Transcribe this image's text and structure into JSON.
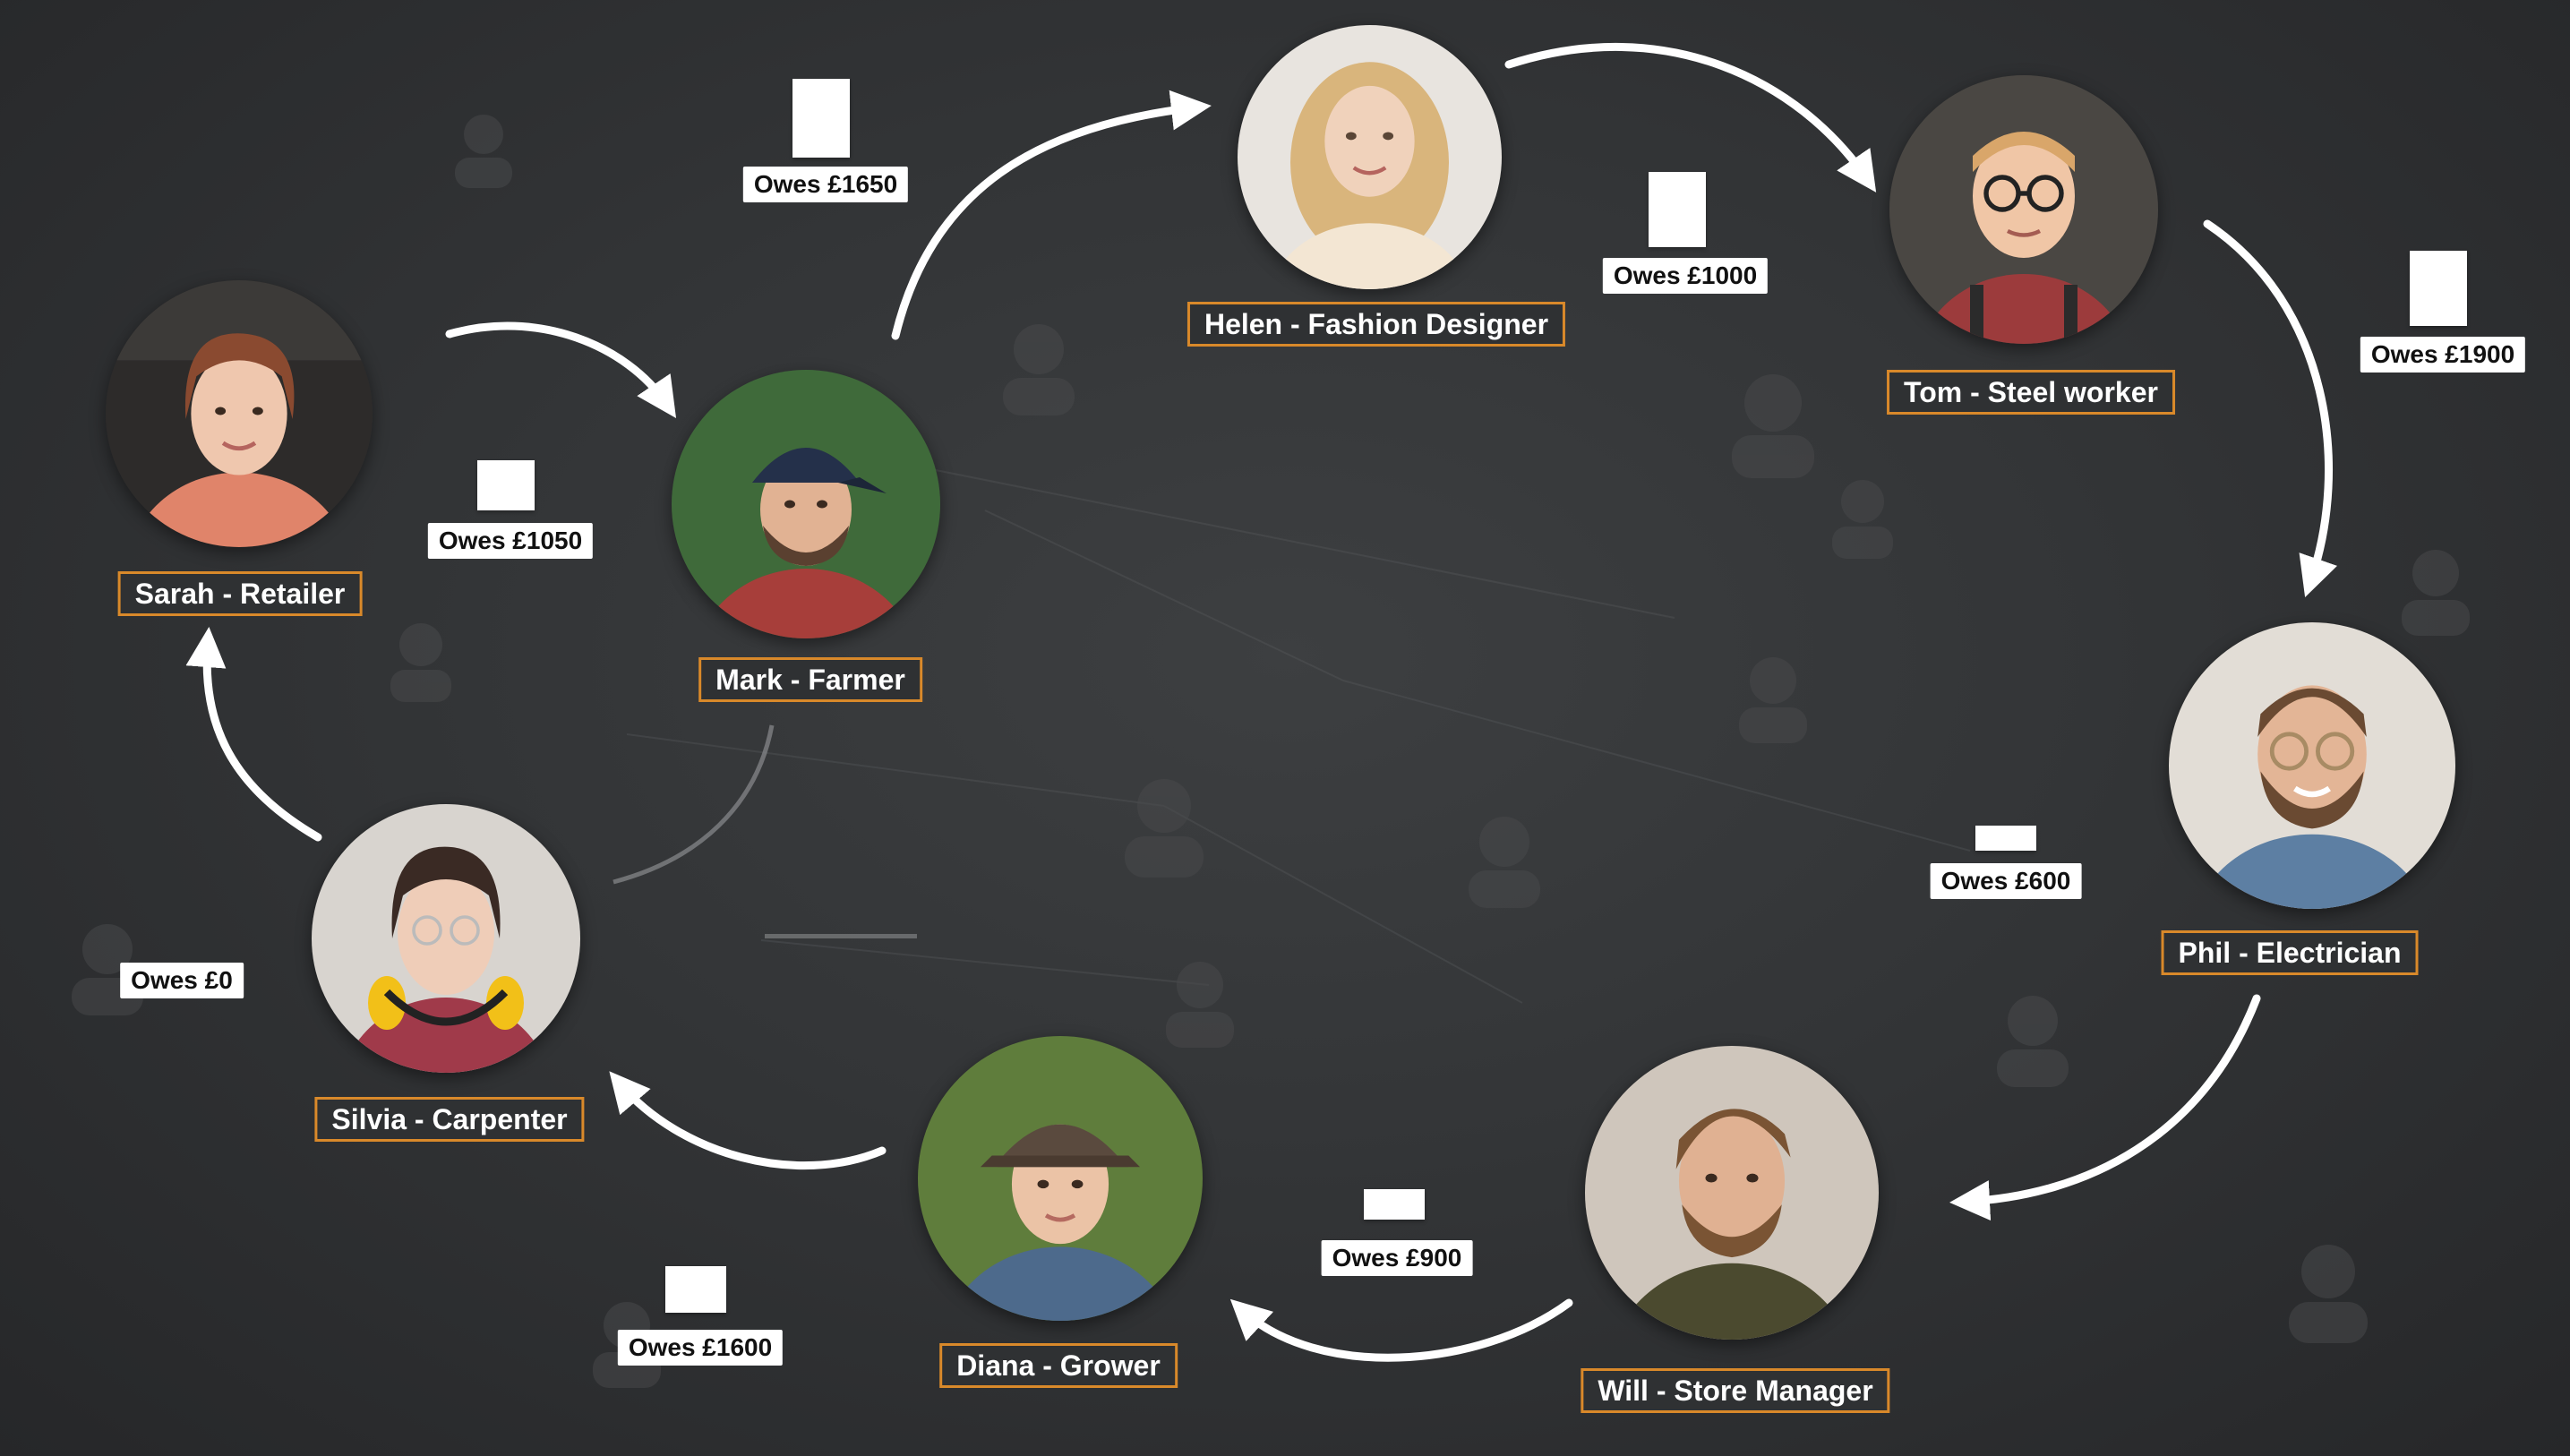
{
  "people": [
    {
      "id": "helen",
      "label": "Helen - Fashion Designer",
      "icon": "woman-blonde-portrait"
    },
    {
      "id": "tom",
      "label": "Tom - Steel worker",
      "icon": "man-glasses-suspenders-portrait"
    },
    {
      "id": "phil",
      "label": "Phil - Electrician",
      "icon": "man-beard-glasses-portrait"
    },
    {
      "id": "will",
      "label": "Will - Store Manager",
      "icon": "man-beard-apron-portrait"
    },
    {
      "id": "diana",
      "label": "Diana - Grower",
      "icon": "woman-cap-portrait"
    },
    {
      "id": "silvia",
      "label": "Silvia - Carpenter",
      "icon": "woman-ear-defenders-portrait"
    },
    {
      "id": "sarah",
      "label": "Sarah - Retailer",
      "icon": "woman-apron-portrait"
    },
    {
      "id": "mark",
      "label": "Mark - Farmer",
      "icon": "man-cap-portrait"
    }
  ],
  "debts": [
    {
      "id": "mark",
      "label": "Owes £1650"
    },
    {
      "id": "helen",
      "label": "Owes £1000"
    },
    {
      "id": "tom",
      "label": "Owes £1900"
    },
    {
      "id": "phil",
      "label": "Owes £600"
    },
    {
      "id": "will",
      "label": "Owes £900"
    },
    {
      "id": "diana",
      "label": "Owes £1600"
    },
    {
      "id": "silvia",
      "label": "Owes £0"
    },
    {
      "id": "sarah",
      "label": "Owes £1050"
    }
  ],
  "colors": {
    "background": "#333537",
    "label_border": "#d9892a",
    "label_text": "#ffffff",
    "debt_label_bg": "#ffffff",
    "arrow": "#ffffff"
  }
}
